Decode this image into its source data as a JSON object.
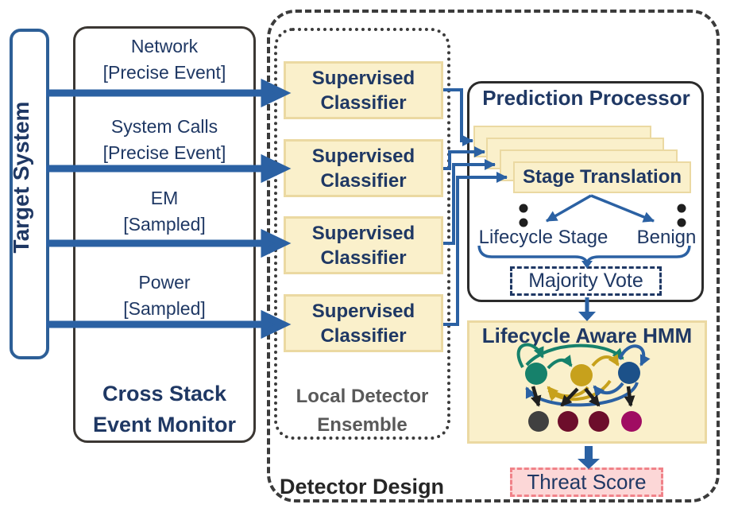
{
  "colors": {
    "navy_text": "#1F3864",
    "arrow_blue": "#2B61A3",
    "card_yellow_bg": "#FAF0CB",
    "card_yellow_border": "#EBD9A2",
    "threat_bg": "#FCD7D7",
    "threat_border": "#F08289",
    "hmm_node_teal": "#16816B",
    "hmm_node_gold": "#C7A11C",
    "hmm_node_blue": "#1C5189",
    "obs_node_gray": "#404040",
    "obs_node_maroon": "#6D0E2B",
    "obs_node_magenta": "#A00C62",
    "ensemble_label_gray": "#595959"
  },
  "target_system": {
    "label": "Target System"
  },
  "event_monitor": {
    "title_line1": "Cross Stack",
    "title_line2": "Event Monitor",
    "inputs": [
      {
        "name": "Network",
        "mode": "[Precise Event]"
      },
      {
        "name": "System Calls",
        "mode": "[Precise Event]"
      },
      {
        "name": "EM",
        "mode": "[Sampled]"
      },
      {
        "name": "Power",
        "mode": "[Sampled]"
      }
    ]
  },
  "ensemble": {
    "label_line1": "Local Detector",
    "label_line2": "Ensemble",
    "classifiers": [
      {
        "line1": "Supervised",
        "line2": "Classifier"
      },
      {
        "line1": "Supervised",
        "line2": "Classifier"
      },
      {
        "line1": "Supervised",
        "line2": "Classifier"
      },
      {
        "line1": "Supervised",
        "line2": "Classifier"
      }
    ]
  },
  "prediction_processor": {
    "title": "Prediction Processor",
    "stage_translation_label": "Stage Translation",
    "lifecycle_stage_label": "Lifecycle Stage",
    "benign_label": "Benign",
    "majority_vote_label": "Majority Vote"
  },
  "hmm": {
    "title": "Lifecycle Aware HMM"
  },
  "threat_score_label": "Threat Score",
  "detector_design_label": "Detector Design"
}
